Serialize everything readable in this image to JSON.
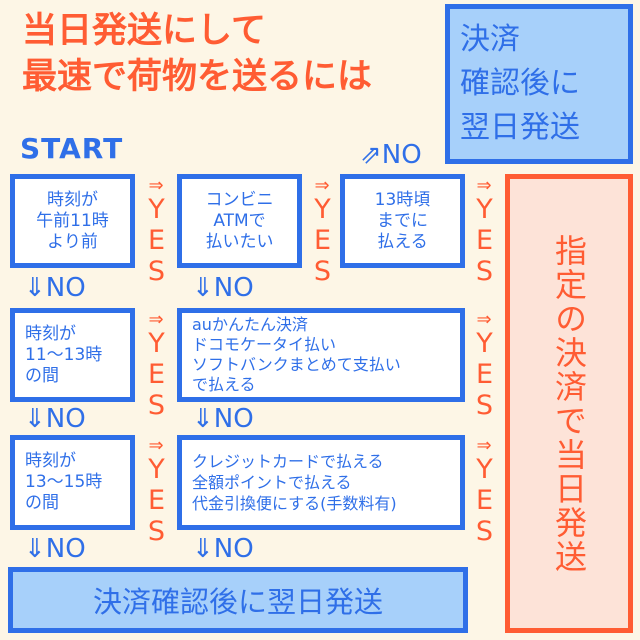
{
  "title": "当日発送にして\n最速で荷物を送るには",
  "top_right_note": "決済\n確認後に\n翌日発送",
  "start_label": "START",
  "right_result": "指定の決済で当日発送",
  "bottom_result": "決済確認後に翌日発送",
  "yes_label": "YES",
  "yes_arrow": "⇒",
  "no_down": "⇓NO",
  "no_up": "⇗NO",
  "boxes": {
    "q_time_before_11": "時刻が\n午前11時\nより前",
    "q_time_11_13": "時刻が\n11～13時\nの間",
    "q_time_13_15": "時刻が\n13～15時\nの間",
    "q_conveni_atm": "コンビニ\nATMで\n払いたい",
    "q_pay_by_13": "13時頃\nまでに\n払える",
    "q_carrier_pay": "auかんたん決済\nドコモケータイ払い\nソフトバンクまとめて支払い\nで払える",
    "q_card_points": "クレジットカードで払える\n全額ポイントで払える\n代金引換便にする(手数料有)"
  }
}
